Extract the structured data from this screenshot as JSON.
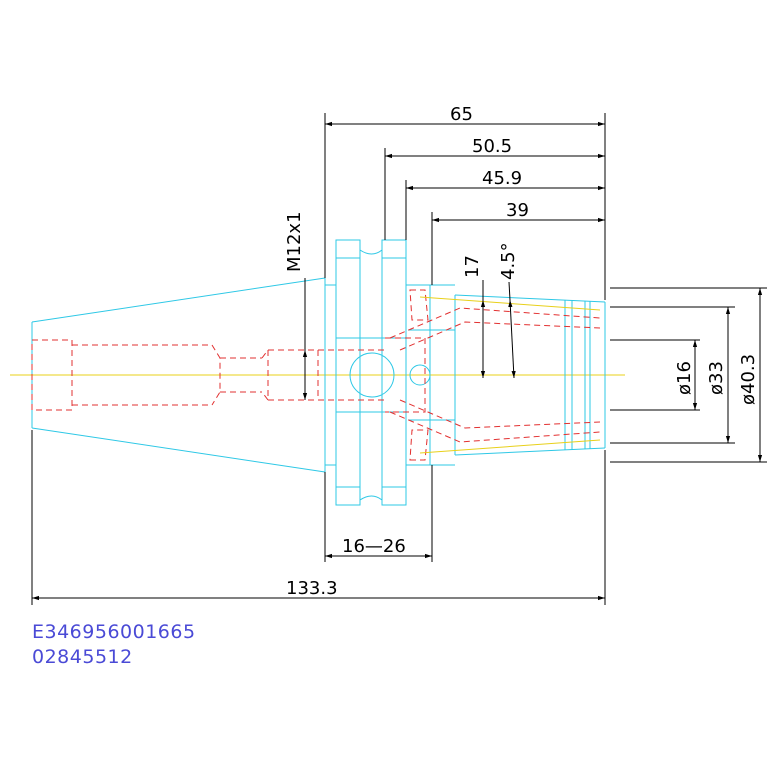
{
  "dimensions": {
    "d65": "65",
    "d50_5": "50.5",
    "d45_9": "45.9",
    "d39": "39",
    "thread": "M12x1",
    "d17": "17",
    "angle": "4.5°",
    "dia16": "ø16",
    "dia33": "ø33",
    "dia40_3": "ø40.3",
    "range": "16—26",
    "overall": "133.3"
  },
  "codes": {
    "line1": "E346956001665",
    "line2": "02845512"
  },
  "colors": {
    "body_outline": "#2ec8e6",
    "hidden_lines": "#e23030",
    "centerline": "#e8d01a",
    "dimension": "#000000",
    "code_text": "#4a4ad6"
  }
}
